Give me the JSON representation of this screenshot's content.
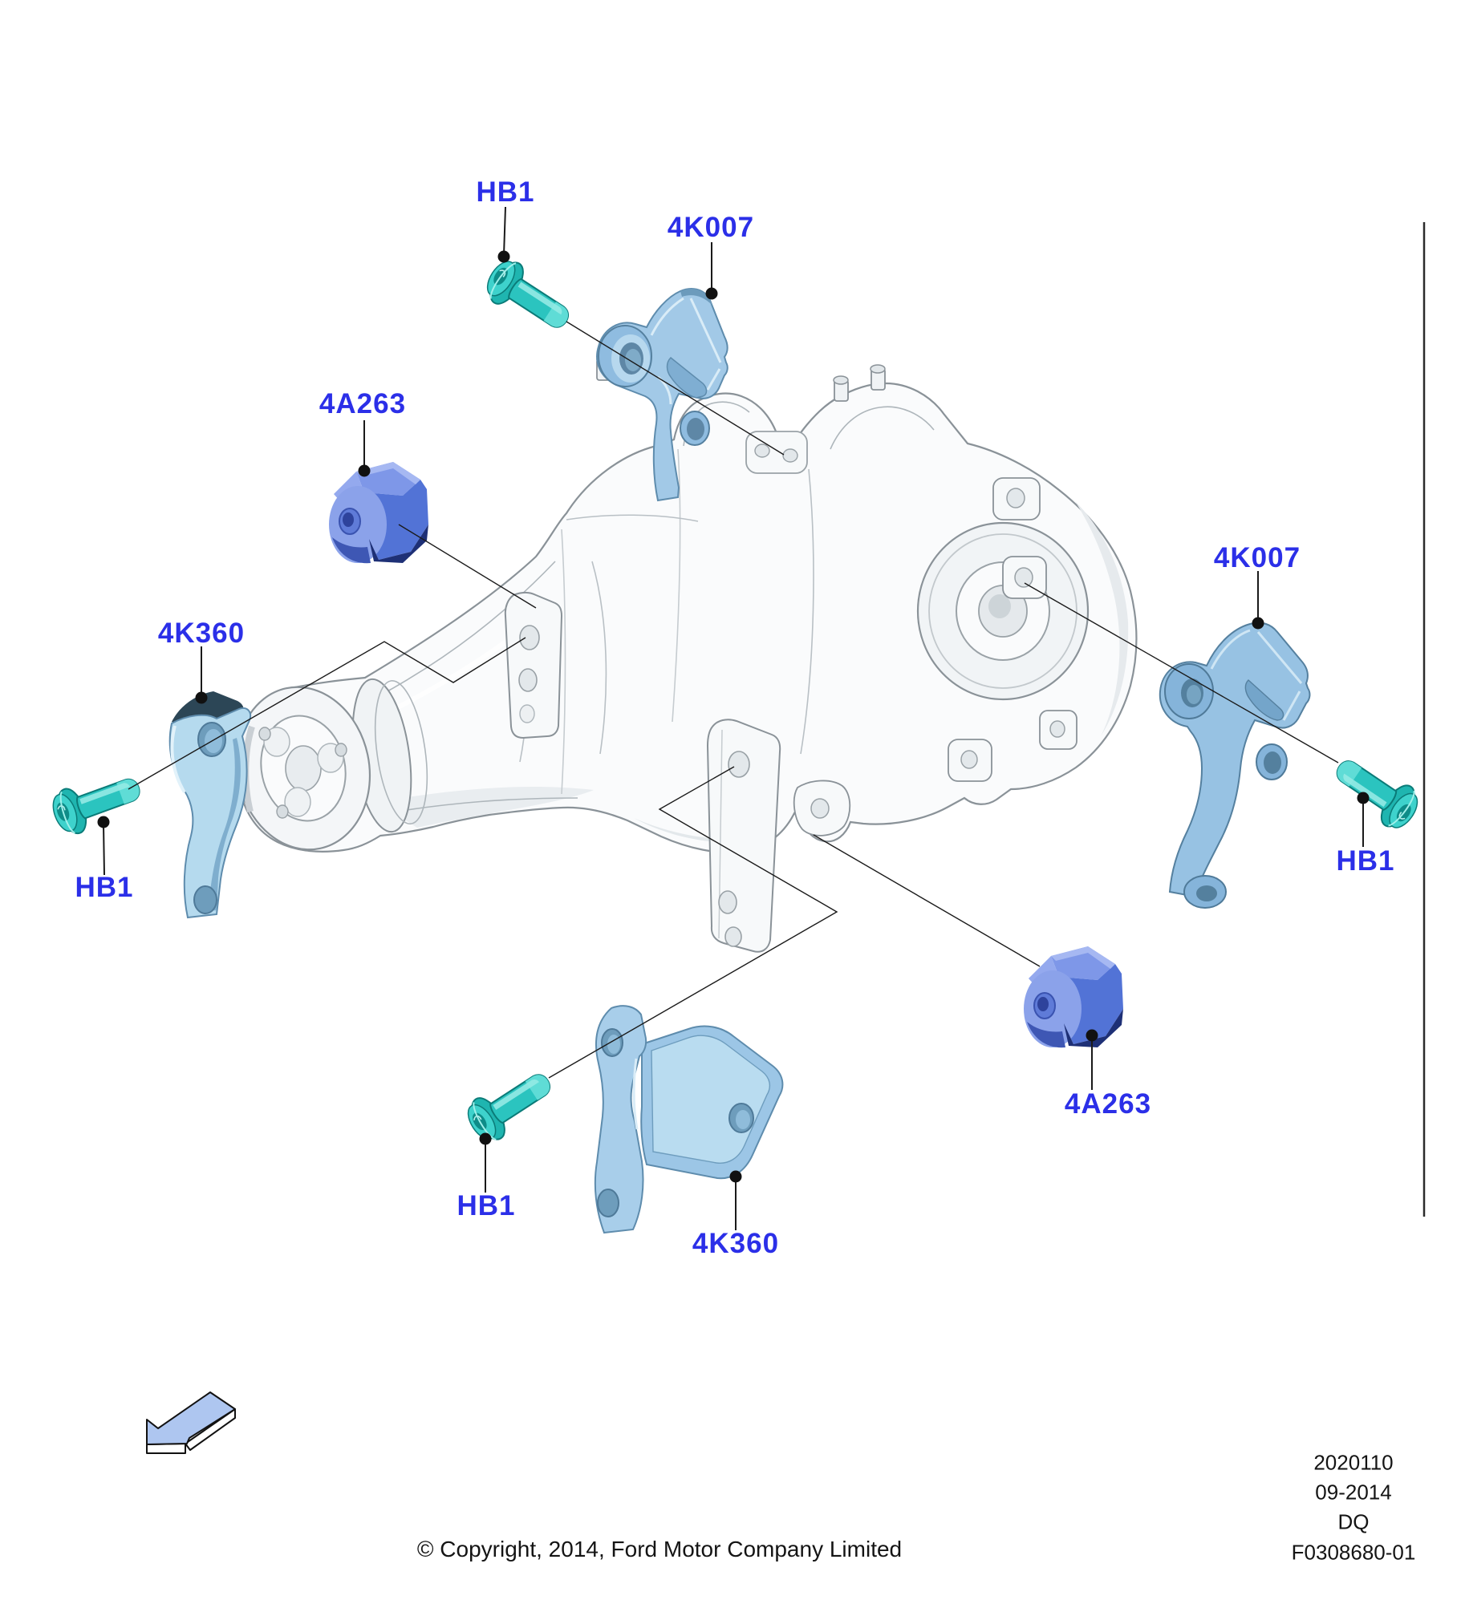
{
  "diagram": {
    "part_labels": [
      {
        "id": "hb1-top",
        "text": "HB1"
      },
      {
        "id": "4k007-top",
        "text": "4K007"
      },
      {
        "id": "4a263-left",
        "text": "4A263"
      },
      {
        "id": "4k360-left",
        "text": "4K360"
      },
      {
        "id": "hb1-left",
        "text": "HB1"
      },
      {
        "id": "hb1-bottom",
        "text": "HB1"
      },
      {
        "id": "4k360-bottom",
        "text": "4K360"
      },
      {
        "id": "4a263-right",
        "text": "4A263"
      },
      {
        "id": "4k007-right",
        "text": "4K007"
      },
      {
        "id": "hb1-right",
        "text": "HB1"
      }
    ],
    "icons": [
      {
        "name": "direction-arrow-icon",
        "meaning": "viewing/assembly direction, pointing lower-left"
      }
    ],
    "colors": {
      "label_blue": "#2B2FE8",
      "bracket_light_blue": "#A5CBE8",
      "bolt_teal": "#2BC4BF",
      "damper_blue": "#5273D6",
      "housing_gray": "#F7F9FA",
      "line_black": "#1A1A1A"
    }
  },
  "footer": {
    "copyright": "© Copyright, 2014, Ford Motor Company Limited",
    "doc_lines": [
      "2020110",
      "09-2014",
      "DQ",
      "F0308680-01"
    ]
  }
}
